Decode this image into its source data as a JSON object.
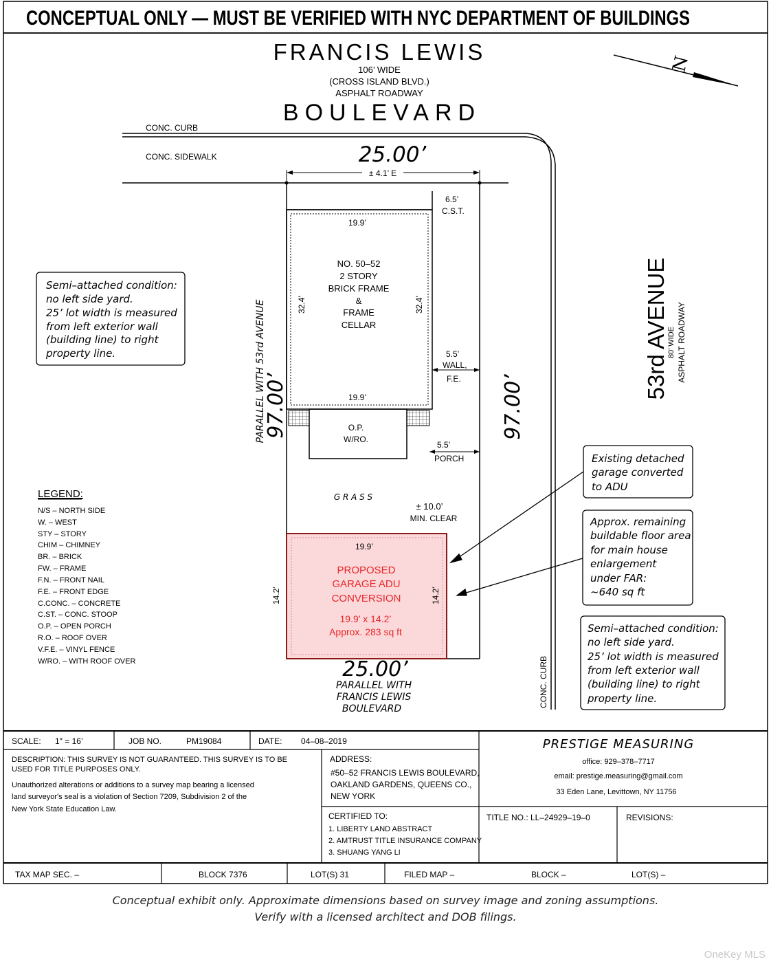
{
  "banner": "CONCEPTUAL ONLY — MUST BE VERIFIED WITH NYC DEPARTMENT OF BUILDINGS",
  "street_top": {
    "name1": "FRANCIS LEWIS",
    "width": "106’ WIDE",
    "alias": "(CROSS ISLAND BLVD.)",
    "surface": "ASPHALT ROADWAY",
    "name2": "BOULEVARD"
  },
  "street_right": {
    "name": "53rd AVENUE",
    "width": "80’ WIDE",
    "surface": "ASPHALT ROADWAY"
  },
  "north_label": "N",
  "labels": {
    "conc_curb": "CONC. CURB",
    "conc_sidewalk": "CONC. SIDEWALK",
    "conc_curb_right": "CONC. CURB",
    "front_width": "25.00’",
    "offset": "± 4.1’ E",
    "cst_dim": "6.5’",
    "cst": "C.S.T.",
    "house_top": "19.9’",
    "house_bottom": "19.9’",
    "house_left": "32.4’",
    "house_right": "32.4’",
    "house_desc": [
      "NO. 50–52",
      "2 STORY",
      "BRICK FRAME",
      "&",
      "FRAME",
      "CELLAR"
    ],
    "wall_dim": "5.5’",
    "wall": "WALL,",
    "fe": "F.E.",
    "porch_name": "O.P.",
    "porch_ro": "W/RO.",
    "porch_dim": "5.5’",
    "porch": "PORCH",
    "grass": "G R A S S",
    "clear_dim": "± 10.0’",
    "clear": "MIN. CLEAR",
    "left_depth": "97.00’",
    "left_parallel": "PARALLEL WITH 53rd AVENUE",
    "right_depth": "97.00’",
    "rear_width": "25.00’",
    "rear_parallel": [
      "PARALLEL WITH",
      "FRANCIS LEWIS",
      "BOULEVARD"
    ],
    "garage_top": "19.9’",
    "garage_left": "14.2’",
    "garage_right": "14.2’",
    "garage_title": [
      "PROPOSED",
      "GARAGE ADU",
      "CONVERSION"
    ],
    "garage_size": "19.9’ x 14.2’",
    "garage_area": "Approx. 283 sq ft"
  },
  "notes": {
    "semi_left": [
      "Semi–attached condition:",
      "no left side yard.",
      "25’ lot width is measured",
      "from left exterior wall",
      "(building line) to right",
      "property line."
    ],
    "existing": [
      "Existing detached",
      "garage converted",
      "to ADU"
    ],
    "remaining": [
      "Approx. remaining",
      "buildable floor area",
      "for main house",
      "enlargement",
      "under FAR:",
      "~640 sq ft"
    ],
    "semi_right": [
      "Semi–attached condition:",
      "no left side yard.",
      "25’ lot width is measured",
      "from left exterior wall",
      "(building line) to right",
      "property line."
    ]
  },
  "legend": {
    "title": "LEGEND:",
    "items": [
      "N/S – NORTH SIDE",
      "W. – WEST",
      "STY – STORY",
      "CHIM – CHIMNEY",
      "BR. – BRICK",
      "FW. – FRAME",
      "F.N. – FRONT NAIL",
      "F.E. – FRONT EDGE",
      "C.CONC. – CONCRETE",
      "C.ST. – CONC. STOOP",
      "O.P. – OPEN PORCH",
      "R.O. – ROOF OVER",
      "V.F.E. – VINYL FENCE",
      "W/RO. – WITH ROOF OVER"
    ]
  },
  "title_block": {
    "scale_label": "SCALE:",
    "scale_value": "1\" = 16’",
    "job_label": "JOB NO.",
    "job_value": "PM19084",
    "date_label": "DATE:",
    "date_value": "04–08–2019",
    "description": [
      "DESCRIPTION: THIS SURVEY IS NOT GUARANTEED. THIS SURVEY IS TO BE",
      "USED FOR TITLE PURPOSES ONLY."
    ],
    "unauthorized": [
      "Unauthorized alterations or additions to a survey map bearing a licensed",
      "land surveyor's seal is a violation of Section 7209, Subdivision 2 of the",
      "New York State Education Law."
    ],
    "address_label": "ADDRESS:",
    "address": [
      "#50–52 FRANCIS LEWIS BOULEVARD,",
      "OAKLAND GARDENS, QUEENS CO.,",
      "NEW YORK"
    ],
    "company": "PRESTIGE MEASURING",
    "office": "office: 929–378–7717",
    "email": "email: prestige.measuring@gmail.com",
    "company_address": "33 Eden Lane, Levittown, NY 11756",
    "certified_label": "CERTIFIED TO:",
    "certified": [
      "1. LIBERTY LAND ABSTRACT",
      "2. AMTRUST TITLE INSURANCE COMPANY",
      "3. SHUANG YANG LI"
    ],
    "title_no": "TITLE NO.: LL–24929–19–0",
    "revisions": "REVISIONS:",
    "tax_map": "TAX MAP SEC. –",
    "block": "BLOCK 7376",
    "lots": "LOT(S) 31",
    "filed_map": "FILED MAP –",
    "block2": "BLOCK –",
    "lots2": "LOT(S) –"
  },
  "footer": [
    "Conceptual exhibit only. Approximate dimensions based on survey image and zoning assumptions.",
    "Verify with a licensed architect and DOB filings."
  ],
  "watermark": "OneKey MLS",
  "colors": {
    "proposed": "#e8262a",
    "proposed_fill": "#fbd9da"
  }
}
